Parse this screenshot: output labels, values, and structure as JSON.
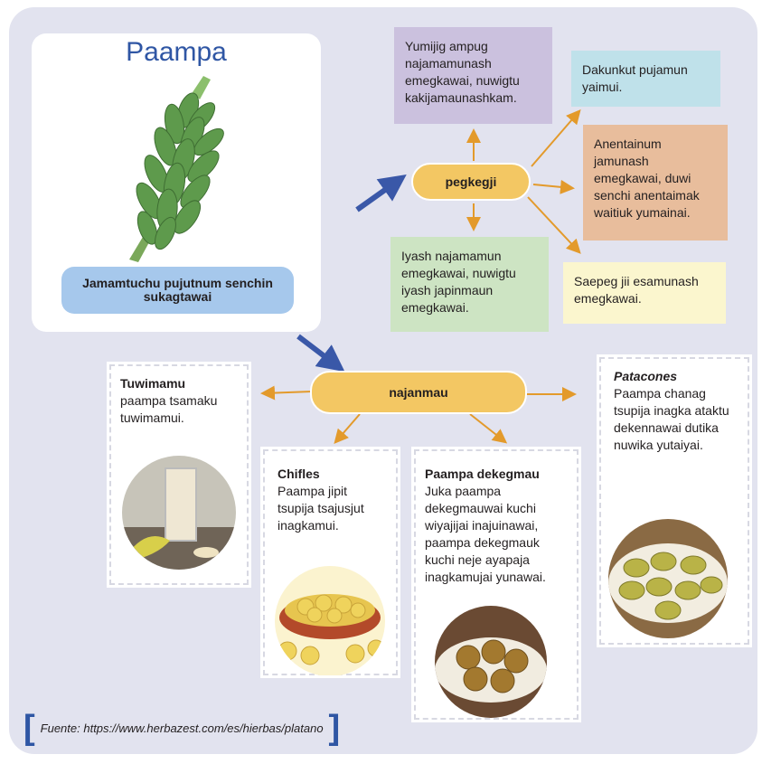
{
  "title_card": {
    "title": "Paampa",
    "plant_label": "Jamamtuchu pujutnum senchin sukagtawai"
  },
  "hub_top": {
    "label": "pegkegji"
  },
  "hub_bottom": {
    "label": "najanmau"
  },
  "pegkegji_items": [
    "Yumijig ampug najamamunash emegkawai, nuwigtu kakijamaunashkam.",
    "Dakunkut pujamun yaimui.",
    "Anentainum jamunash emegkawai, duwi senchi anentaimak waitiuk yumainai.",
    "Saepeg jii esamunash emegkawai.",
    "Iyash najamamun emegkawai, nuwigtu iyash japinmaun emegkawai."
  ],
  "najanmau_items": [
    {
      "name": "Tuwimamu",
      "text": "paampa tsamaku tuwimamui."
    },
    {
      "name": "Chifles",
      "text": "Paampa jipit tsupija tsajusjut inagkamui."
    },
    {
      "name": "Paampa dekegmau",
      "text": "Juka paampa dekegmauwai kuchi wiyajijai inajuinawai, paampa dekegmauk kuchi neje ayapaja inagkamujai yunawai."
    },
    {
      "name": "Patacones",
      "text": "Paampa chanag tsupija inagka ataktu dekennawai dutika nuwika yutaiyai."
    }
  ],
  "source": "Fuente: https://www.herbazest.com/es/hierbas/platano",
  "colors": {
    "panel": "#e2e3ef",
    "title": "#2f56a4",
    "hub": "#f3c763",
    "arrow_orange": "#e39a2b",
    "arrow_blue": "#3a58a8",
    "box_purple": "#cbc1de",
    "box_blue": "#bfe1ea",
    "box_peach": "#e8bd9c",
    "box_yellow": "#fbf6ce",
    "box_green": "#cde4c3",
    "label_pill": "#a6c8ec"
  },
  "icons": [
    "plantain-bunch-illustration",
    "smoothie-photo",
    "chifles-photo",
    "fried-balls-photo",
    "patacones-photo"
  ]
}
